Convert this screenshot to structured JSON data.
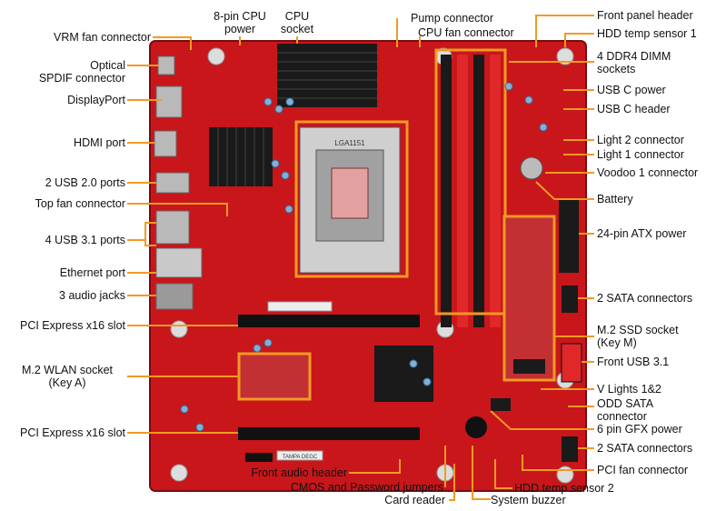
{
  "labels": {
    "vrm_fan": "VRM fan connector",
    "optical_spdif_1": "Optical",
    "optical_spdif_2": "SPDIF connector",
    "displayport": "DisplayPort",
    "hdmi": "HDMI port",
    "usb20": "2 USB 2.0 ports",
    "top_fan": "Top fan connector",
    "usb31": "4 USB 3.1 ports",
    "ethernet": "Ethernet port",
    "audio": "3 audio jacks",
    "pcie1": "PCI Express x16 slot",
    "m2_wlan_1": "M.2 WLAN socket",
    "m2_wlan_2": "(Key A)",
    "pcie2": "PCI Express x16 slot",
    "cpu_power_1": "8-pin CPU",
    "cpu_power_2": "power",
    "cpu_socket_1": "CPU",
    "cpu_socket_2": "socket",
    "pump": "Pump connector",
    "cpu_fan": "CPU fan connector",
    "front_panel": "Front panel header",
    "hdd_temp1": "HDD temp sensor 1",
    "ddr4_1": "4 DDR4 DIMM",
    "ddr4_2": "sockets",
    "usbc_power": "USB C power",
    "usbc_header": "USB C header",
    "light2": "Light 2 connector",
    "light1": "Light 1 connector",
    "voodoo": "Voodoo 1 connector",
    "battery": "Battery",
    "atx24": "24-pin ATX power",
    "sata1": "2 SATA connectors",
    "m2ssd_1": "M.2 SSD socket",
    "m2ssd_2": "(Key M)",
    "front_usb31": "Front USB 3.1",
    "vlights": "V Lights 1&2",
    "odd_sata_1": "ODD SATA",
    "odd_sata_2": "connector",
    "gfx_power": "6 pin GFX power",
    "sata2": "2 SATA connectors",
    "pci_fan": "PCI fan connector",
    "front_audio": "Front audio header",
    "cmos": "CMOS and Password jumpers",
    "card_reader": "Card reader",
    "hdd_temp2": "HDD temp sensor 2",
    "buzzer": "System buzzer"
  },
  "board_print": {
    "socket_mark": "LGA1151",
    "pcb_sticker": "TAMPA DEGC"
  },
  "colors": {
    "pcb": "#c8161b",
    "pcb_dark": "#8e0d12",
    "highlight": "#f29a22",
    "leader": "#f29a22",
    "heatsink": "#1a1a1a",
    "dimm_red": "#e0272a"
  }
}
